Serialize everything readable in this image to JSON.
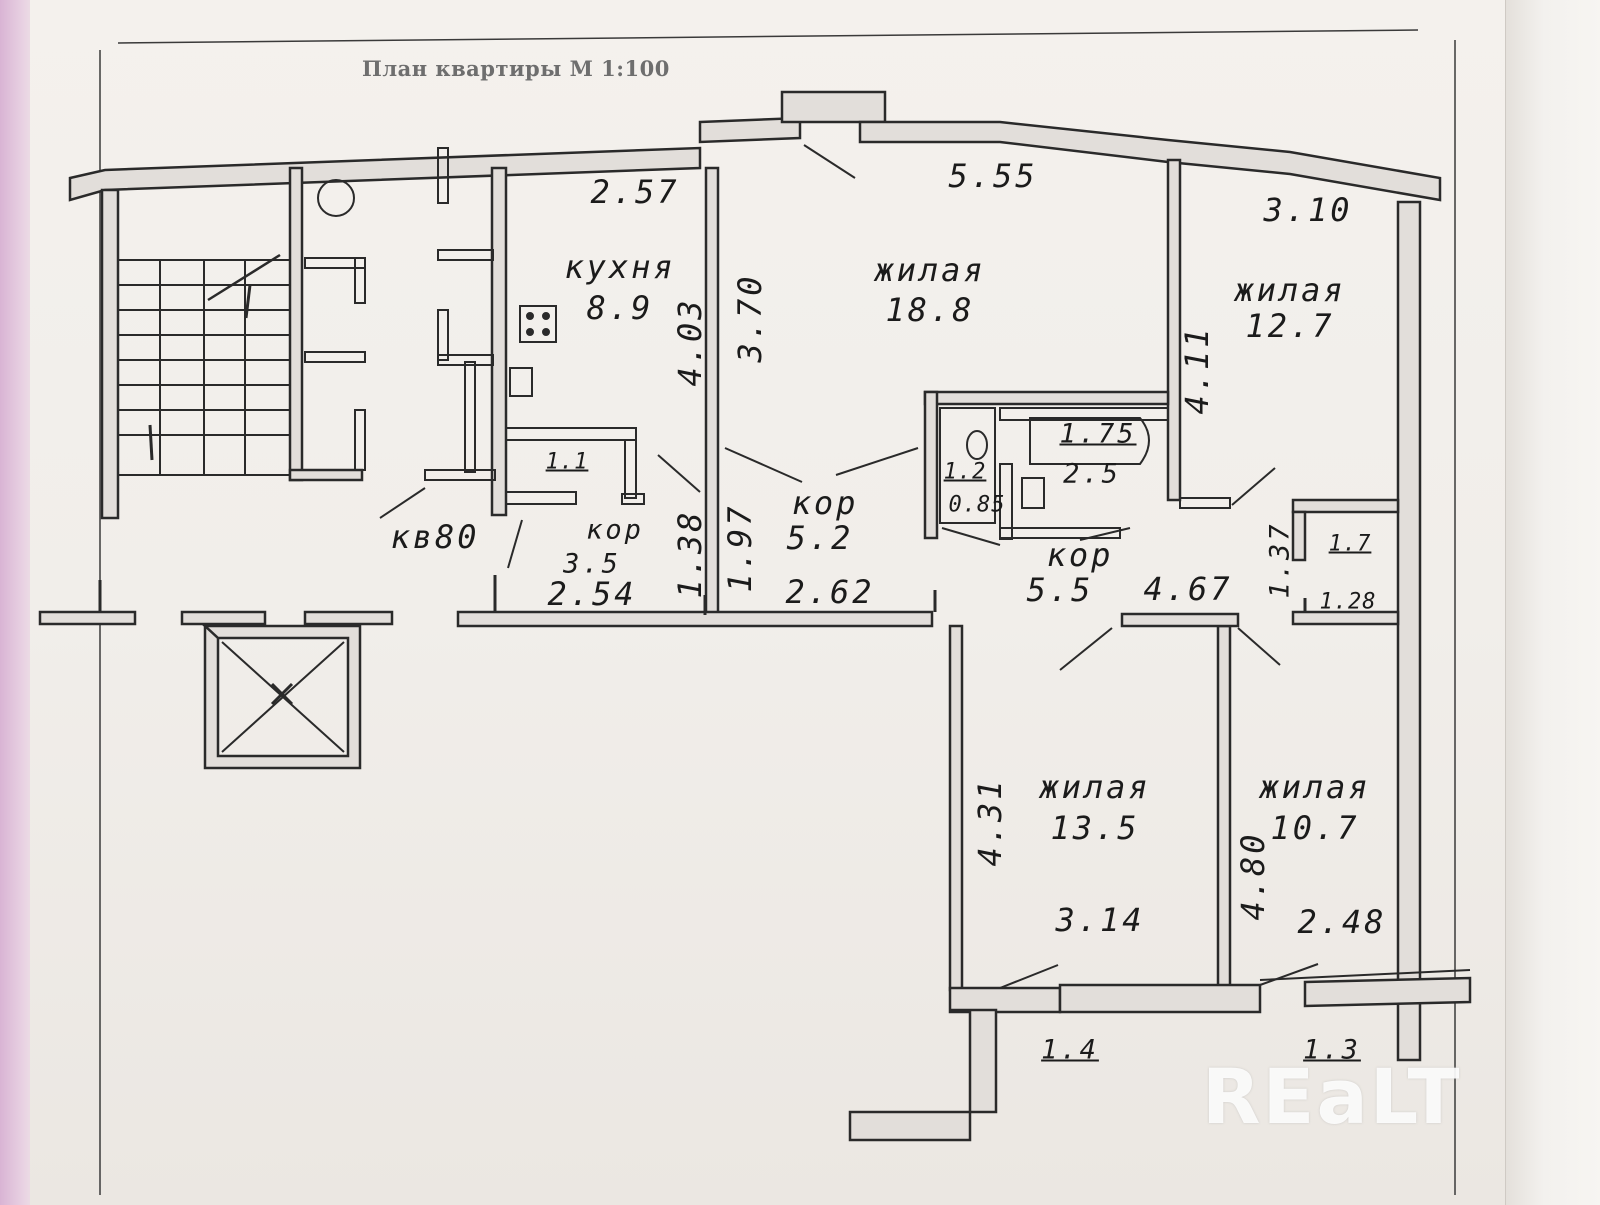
{
  "plan": {
    "title": "План квартиры М 1:100",
    "apartment_label": "кв80"
  },
  "rooms": [
    {
      "name": "кухня",
      "area": "8.9"
    },
    {
      "name": "жилая",
      "area": "18.8"
    },
    {
      "name": "жилая",
      "area": "12.7"
    },
    {
      "name": "жилая",
      "area": "13.5"
    },
    {
      "name": "жилая",
      "area": "10.7"
    },
    {
      "name": "кор",
      "area": "5.2"
    },
    {
      "name": "кор",
      "area": "3.5"
    },
    {
      "name": "кор",
      "area": "5.5"
    }
  ],
  "small_areas": [
    "1.1",
    "1.2",
    "0.85",
    "1.75",
    "2.5",
    "1.7",
    "1.28",
    "1.4",
    "1.3"
  ],
  "dimensions": [
    "2.57",
    "5.55",
    "3.10",
    "4.03",
    "3.70",
    "4.11",
    "1.38",
    "1.97",
    "2.54",
    "2.62",
    "4.67",
    "1.37",
    "4.31",
    "4.80",
    "3.14",
    "2.48"
  ],
  "watermark": {
    "text": "REaLT"
  },
  "colors": {
    "ink": "#1b1b1b",
    "wall_fill": "#e2deda",
    "paper": "#f2efeb"
  }
}
